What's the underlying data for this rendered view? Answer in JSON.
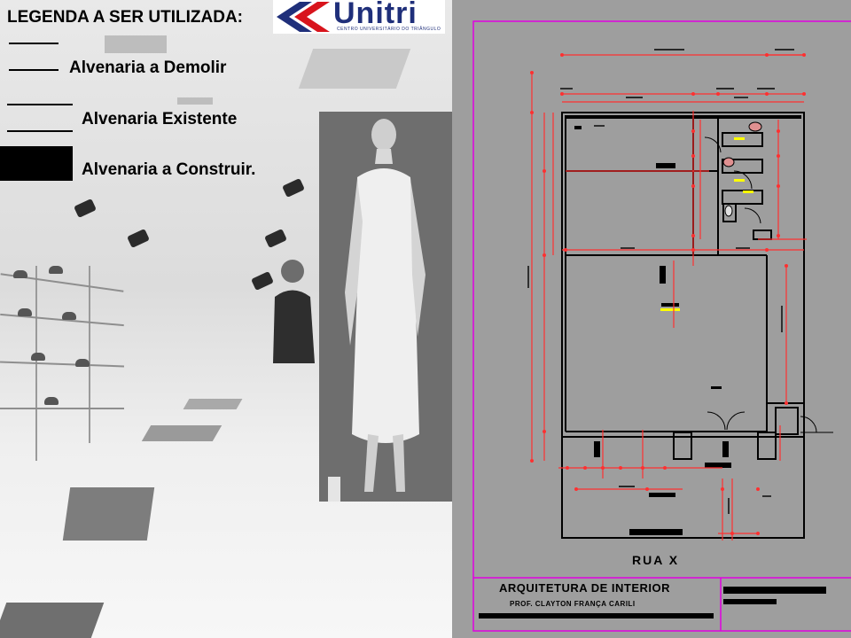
{
  "legend": {
    "title": "LEGENDA A SER UTILIZADA:",
    "items": [
      {
        "label": "Alvenaria a Demolir"
      },
      {
        "label": "Alvenaria Existente"
      },
      {
        "label": "Alvenaria a Construir."
      }
    ]
  },
  "logo": {
    "name": "Unitri",
    "subtitle": "CENTRO UNIVERSITÁRIO DO TRIÂNGULO"
  },
  "floor_plan": {
    "street_label": "RUA X",
    "title_block": {
      "title": "ARQUITETURA DE INTERIOR",
      "professor": "PROF. CLAYTON FRANÇA CARILI"
    }
  },
  "colors": {
    "cad_background": "#9e9e9e",
    "frame_magenta": "#e000e0",
    "dimension_red": "#ff3030",
    "wall_black": "#000000",
    "highlight_yellow": "#ffff00",
    "logo_blue": "#1f2f7a",
    "logo_red": "#d8141c"
  }
}
